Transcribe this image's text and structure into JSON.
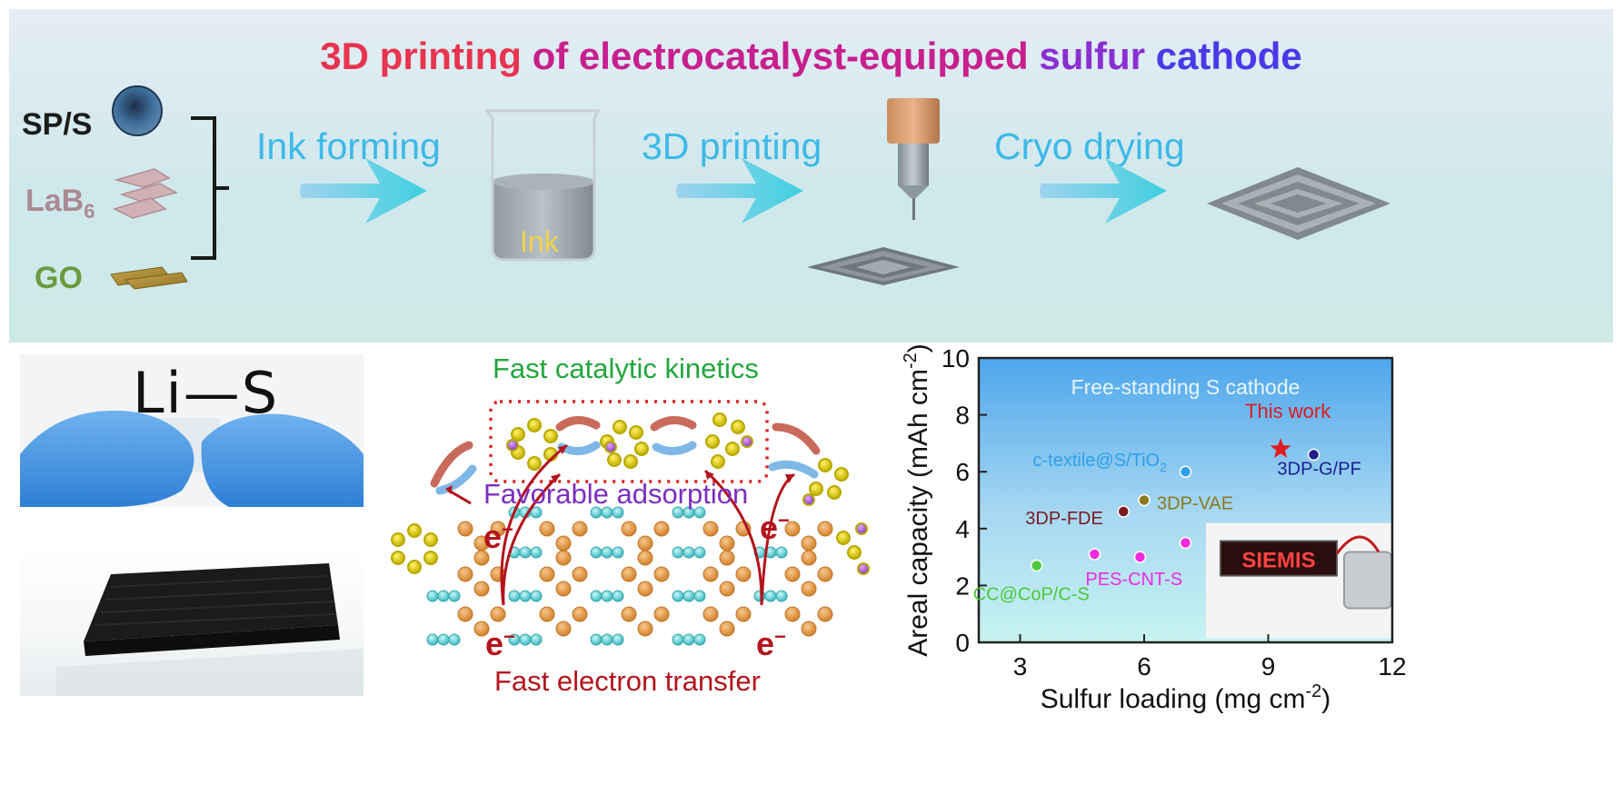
{
  "header": {
    "title_parts": [
      {
        "text": "3D printing",
        "color": "#e8344e"
      },
      {
        "text": "of electrocatalyst-equipped",
        "color": "#c71f8e"
      },
      {
        "text": "sulfur",
        "color": "#8a2fd2"
      },
      {
        "text": "cathode",
        "color": "#4a39e8"
      }
    ]
  },
  "materials": [
    {
      "label": "SP/S",
      "color": "#1c1c1c"
    },
    {
      "label": "LaB",
      "sub": "6",
      "color": "#a98a92"
    },
    {
      "label": "GO",
      "color": "#6b9a3f"
    }
  ],
  "steps": [
    "Ink forming",
    "3D printing",
    "Cryo drying"
  ],
  "beaker_label": "Ink",
  "photo_text": "Li—S",
  "mechanism": {
    "top_label": "Fast catalytic kinetics",
    "middle_label": "Favorable adsorption",
    "bottom_label": "Fast electron transfer",
    "electron": "e",
    "electron_sup": "−",
    "colors": {
      "green": "#22a63c",
      "purple": "#7b2fc0",
      "red": "#b3141c"
    }
  },
  "chart_data": {
    "type": "scatter",
    "title": "",
    "inner_label": "Free-standing S cathode",
    "xlabel": "Sulfur loading (mg cm-2)",
    "xlabel_main": "Sulfur loading (mg cm",
    "xlabel_sup": "-2",
    "xlabel_end": ")",
    "ylabel": "Areal capacity (mAh cm-2)",
    "ylabel_main": "Areal capacity (mAh cm",
    "ylabel_sup": "-2",
    "ylabel_end": ")",
    "xlim": [
      2,
      12
    ],
    "ylim": [
      0,
      10
    ],
    "xticks": [
      "3",
      "6",
      "9",
      "12"
    ],
    "yticks": [
      "0",
      "2",
      "4",
      "6",
      "8",
      "10"
    ],
    "points": [
      {
        "label": "This work",
        "x": 9.3,
        "y": 6.8,
        "color": "#e11b22",
        "marker": "star"
      },
      {
        "label": "3DP-G/PF",
        "x": 10.1,
        "y": 6.6,
        "color": "#1b1f8f",
        "marker": "circle"
      },
      {
        "label": "c-textile@S/TiO",
        "label_sub": "2",
        "x": 7.0,
        "y": 6.0,
        "color": "#2f9fe8",
        "marker": "circle"
      },
      {
        "label": "3DP-FDE",
        "x": 5.5,
        "y": 4.6,
        "color": "#7a1a22",
        "marker": "circle"
      },
      {
        "label": "3DP-VAE",
        "x": 6.0,
        "y": 5.0,
        "color": "#8c7a1f",
        "marker": "circle"
      },
      {
        "label": "PES-CNT-S",
        "x": 4.8,
        "y": 3.1,
        "color": "#ee2be0",
        "marker": "circle"
      },
      {
        "label": "",
        "x": 5.9,
        "y": 3.0,
        "color": "#ee2be0",
        "marker": "circle"
      },
      {
        "label": "",
        "x": 7.0,
        "y": 3.5,
        "color": "#ee2be0",
        "marker": "circle"
      },
      {
        "label": "CC@CoP/C-S",
        "x": 3.4,
        "y": 2.7,
        "color": "#4cc83a",
        "marker": "circle"
      }
    ],
    "inset_text": "SIEMIS"
  }
}
